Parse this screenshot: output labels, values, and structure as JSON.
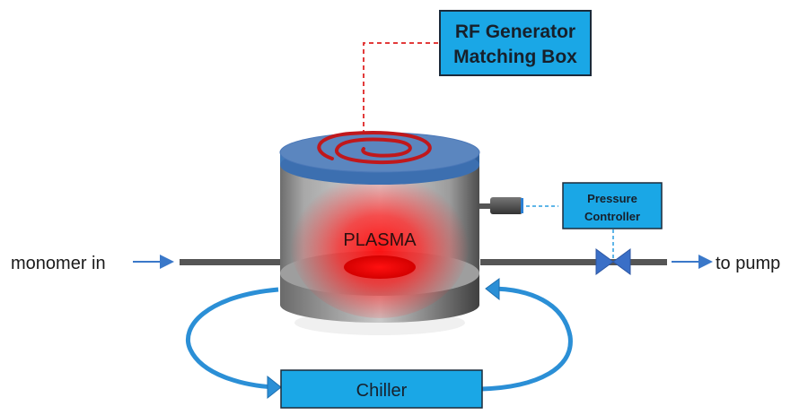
{
  "diagram": {
    "title": "Plasma polymerization reactor setup",
    "boxes": {
      "rf_generator": {
        "line1": "RF Generator",
        "line2": "Matching Box"
      },
      "pressure_controller": {
        "line1": "Pressure",
        "line2": "Controller"
      },
      "chiller": {
        "label": "Chiller"
      }
    },
    "labels": {
      "plasma": "PLASMA",
      "inlet": "monomer in",
      "outlet": "to pump"
    },
    "colors": {
      "box_fill": "#1aa7e6",
      "box_border": "#1b2a3a",
      "rf_line": "#e23b3b",
      "signal_line": "#2a9de0",
      "flow_arrow": "#3a78c9",
      "coil": "#c0181c",
      "plasma": "#ff1a1a",
      "pipe": "#555555",
      "valve": "#3a6fc7",
      "chiller_loop": "#2b8fd6"
    }
  }
}
